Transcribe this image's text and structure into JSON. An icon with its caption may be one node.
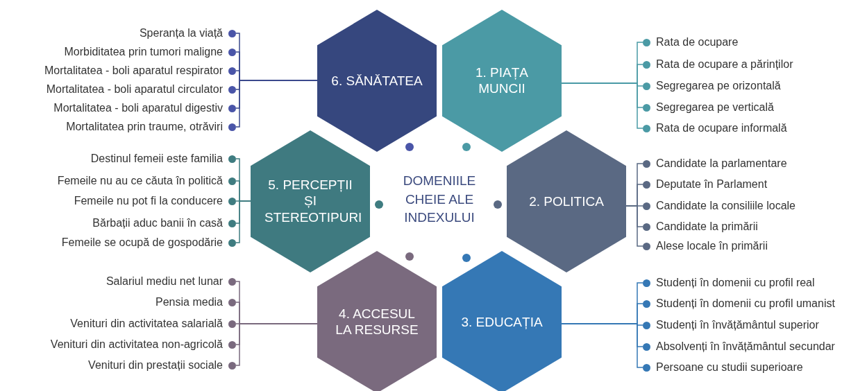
{
  "diagram": {
    "nodes": [
      {
        "text": [
          "6. SĂNĂTATEA"
        ]
      },
      {
        "text": [
          "1. PIAȚA MUNCII"
        ]
      },
      {
        "text": [
          "5. PERCEPȚII ȘI STEREOTIPURI"
        ]
      },
      {
        "text": [
          "DOMENIILE CHEIE ALE INDEXULUI"
        ]
      },
      {
        "text": [
          "2. POLITICA"
        ]
      },
      {
        "text": [
          "4. ACCESUL LA RESURSE"
        ]
      },
      {
        "text": [
          "3. EDUCAȚIA"
        ]
      },
      {
        "text": [
          "Speranța la viață"
        ]
      },
      {
        "text": [
          "Morbiditatea prin tumori maligne"
        ]
      },
      {
        "text": [
          "Mortalitatea - boli aparatul respirator"
        ]
      },
      {
        "text": [
          "Mortalitatea - boli aparatul circulator"
        ]
      },
      {
        "text": [
          "Mortalitatea - boli aparatul digestiv"
        ]
      },
      {
        "text": [
          "Mortalitatea prin traume, otrăviri"
        ]
      },
      {
        "text": [
          "Rata de ocupare"
        ]
      },
      {
        "text": [
          "Rata de ocupare a părinților"
        ]
      },
      {
        "text": [
          "Segregarea pe orizontală"
        ]
      },
      {
        "text": [
          "Segregarea pe verticală"
        ]
      },
      {
        "text": [
          "Rata de ocupare informală"
        ]
      },
      {
        "text": [
          "Destinul femeii este familia"
        ]
      },
      {
        "text": [
          "Femeile nu au ce căuta în politică"
        ]
      },
      {
        "text": [
          "Femeile nu pot fi la conducere"
        ]
      },
      {
        "text": [
          "Bărbații aduc banii în casă"
        ]
      },
      {
        "text": [
          "Femeile se ocupă de gospodărie"
        ]
      },
      {
        "text": [
          "Candidate la parlamentare"
        ]
      },
      {
        "text": [
          "Deputate în Parlament"
        ]
      },
      {
        "text": [
          "Candidate la consiliile locale"
        ]
      },
      {
        "text": [
          "Candidate la primării"
        ]
      },
      {
        "text": [
          "Alese locale în primării"
        ]
      },
      {
        "text": [
          "Salariul mediu net lunar"
        ]
      },
      {
        "text": [
          "Pensia media"
        ]
      },
      {
        "text": [
          "Venituri din activitatea salarială"
        ]
      },
      {
        "text": [
          "Venituri din activitatea non-agricolă"
        ]
      },
      {
        "text": [
          "Venituri din prestații sociale"
        ]
      },
      {
        "text": [
          "Studenți în domenii cu profil real"
        ]
      },
      {
        "text": [
          "Studenți în domenii cu profil umanist"
        ]
      },
      {
        "text": [
          "Studenți în învățământul superior"
        ]
      },
      {
        "text": [
          "Absolvenți în învățământul secundar"
        ]
      },
      {
        "text": [
          "Persoane cu studii superioare"
        ]
      }
    ],
    "edges": [
      {
        "from": 0,
        "to": 7,
        "arrow": "none",
        "color": "#3b4a8c"
      },
      {
        "from": 0,
        "to": 8,
        "arrow": "none",
        "color": "#3b4a8c"
      },
      {
        "from": 0,
        "to": 9,
        "arrow": "none",
        "color": "#3b4a8c"
      },
      {
        "from": 0,
        "to": 10,
        "arrow": "none",
        "color": "#3b4a8c"
      },
      {
        "from": 0,
        "to": 11,
        "arrow": "none",
        "color": "#3b4a8c"
      },
      {
        "from": 0,
        "to": 12,
        "arrow": "none",
        "color": "#3b4a8c"
      },
      {
        "from": 1,
        "to": 13,
        "arrow": "none",
        "color": "#4a9aa5"
      },
      {
        "from": 1,
        "to": 14,
        "arrow": "none",
        "color": "#4a9aa5"
      },
      {
        "from": 1,
        "to": 15,
        "arrow": "none",
        "color": "#4a9aa5"
      },
      {
        "from": 1,
        "to": 16,
        "arrow": "none",
        "color": "#4a9aa5"
      },
      {
        "from": 1,
        "to": 17,
        "arrow": "none",
        "color": "#4a9aa5"
      },
      {
        "from": 2,
        "to": 18,
        "arrow": "none",
        "color": "#3f7c80"
      },
      {
        "from": 2,
        "to": 19,
        "arrow": "none",
        "color": "#3f7c80"
      },
      {
        "from": 2,
        "to": 20,
        "arrow": "none",
        "color": "#3f7c80"
      },
      {
        "from": 2,
        "to": 21,
        "arrow": "none",
        "color": "#3f7c80"
      },
      {
        "from": 2,
        "to": 22,
        "arrow": "none",
        "color": "#3f7c80"
      },
      {
        "from": 4,
        "to": 23,
        "arrow": "none",
        "color": "#5a6983"
      },
      {
        "from": 4,
        "to": 24,
        "arrow": "none",
        "color": "#5a6983"
      },
      {
        "from": 4,
        "to": 25,
        "arrow": "none",
        "color": "#5a6983"
      },
      {
        "from": 4,
        "to": 26,
        "arrow": "none",
        "color": "#5a6983"
      },
      {
        "from": 4,
        "to": 27,
        "arrow": "none",
        "color": "#5a6983"
      },
      {
        "from": 5,
        "to": 28,
        "arrow": "none",
        "color": "#7a6a7e"
      },
      {
        "from": 5,
        "to": 29,
        "arrow": "none",
        "color": "#7a6a7e"
      },
      {
        "from": 5,
        "to": 30,
        "arrow": "none",
        "color": "#7a6a7e"
      },
      {
        "from": 5,
        "to": 31,
        "arrow": "none",
        "color": "#7a6a7e"
      },
      {
        "from": 5,
        "to": 32,
        "arrow": "none",
        "color": "#7a6a7e"
      },
      {
        "from": 6,
        "to": 33,
        "arrow": "none",
        "color": "#3578b5"
      },
      {
        "from": 6,
        "to": 34,
        "arrow": "none",
        "color": "#3578b5"
      },
      {
        "from": 6,
        "to": 35,
        "arrow": "none",
        "color": "#3578b5"
      },
      {
        "from": 6,
        "to": 36,
        "arrow": "none",
        "color": "#3578b5"
      },
      {
        "from": 6,
        "to": 37,
        "arrow": "none",
        "color": "#3578b5"
      }
    ]
  }
}
